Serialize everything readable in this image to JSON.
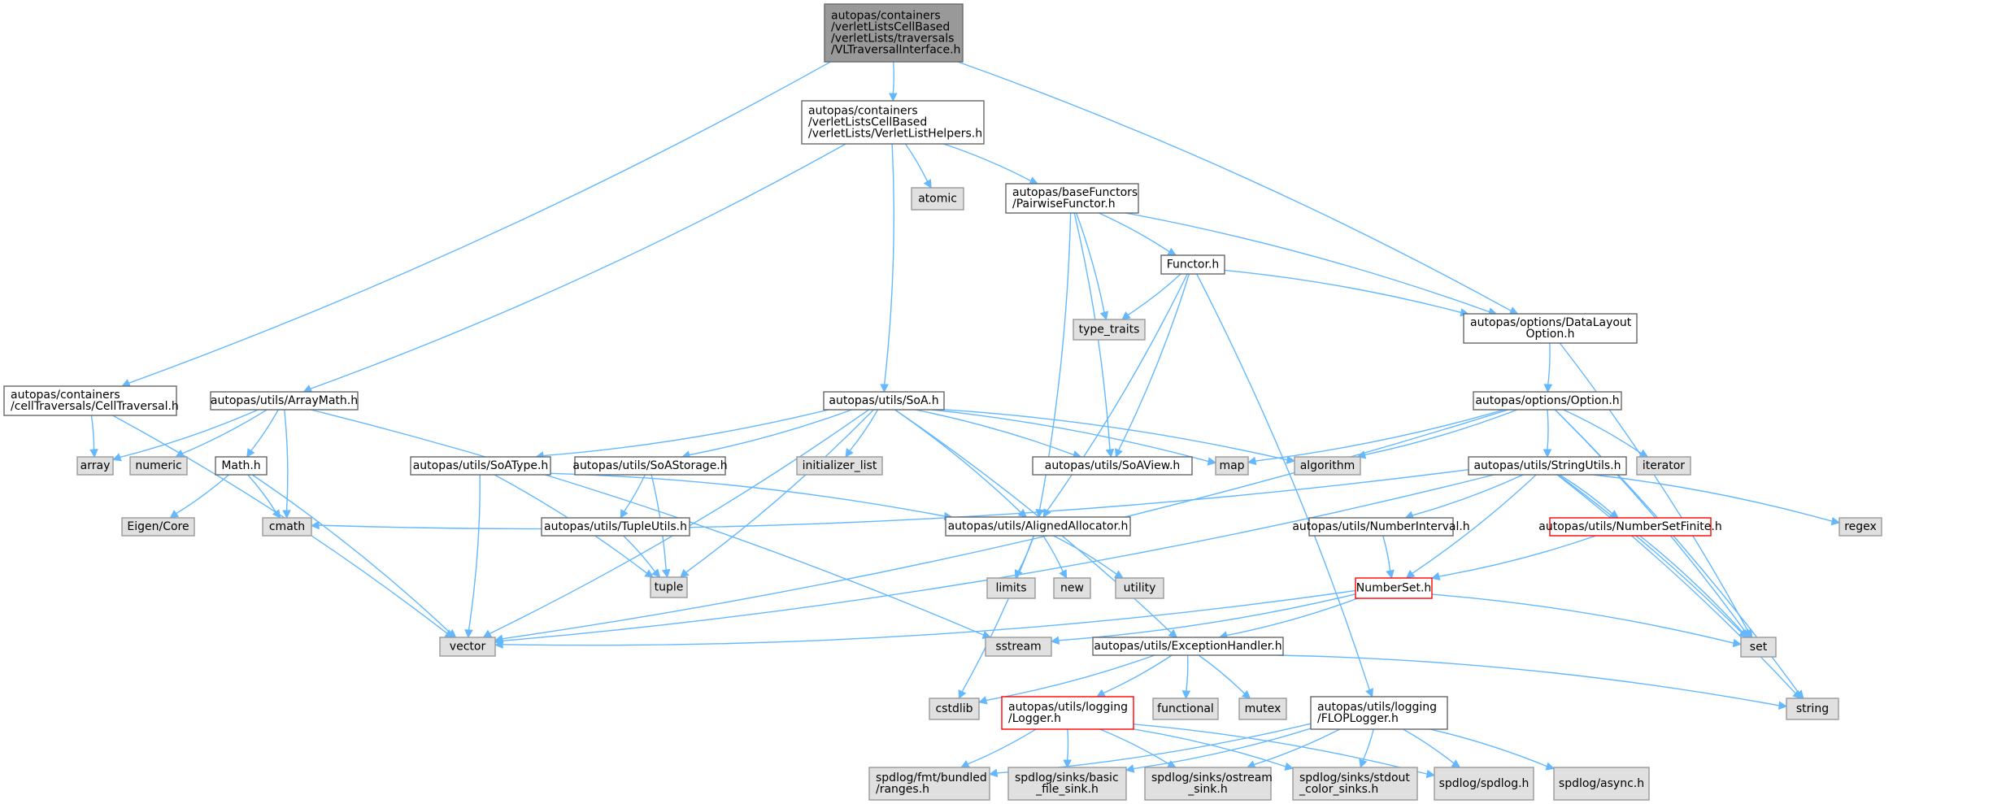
{
  "diagram": {
    "nodes": [
      {
        "id": "vlti",
        "lines": [
          "autopas/containers",
          "/verletListsCellBased",
          "/verletLists/traversals",
          "/VLTraversalInterface.h"
        ],
        "kind": "root"
      },
      {
        "id": "vlh",
        "lines": [
          "autopas/containers",
          "/verletListsCellBased",
          "/verletLists/VerletListHelpers.h"
        ],
        "kind": "white"
      },
      {
        "id": "atomic",
        "lines": [
          "atomic"
        ],
        "kind": "gray"
      },
      {
        "id": "pf",
        "lines": [
          "autopas/baseFunctors",
          "/PairwiseFunctor.h"
        ],
        "kind": "white"
      },
      {
        "id": "functor",
        "lines": [
          "Functor.h"
        ],
        "kind": "white"
      },
      {
        "id": "typetraits",
        "lines": [
          "type_traits"
        ],
        "kind": "gray"
      },
      {
        "id": "dlo",
        "lines": [
          "autopas/options/DataLayout",
          "Option.h"
        ],
        "kind": "white"
      },
      {
        "id": "ct",
        "lines": [
          "autopas/containers",
          "/cellTraversals/CellTraversal.h"
        ],
        "kind": "white"
      },
      {
        "id": "arraymath",
        "lines": [
          "autopas/utils/ArrayMath.h"
        ],
        "kind": "white"
      },
      {
        "id": "soa",
        "lines": [
          "autopas/utils/SoA.h"
        ],
        "kind": "white"
      },
      {
        "id": "option",
        "lines": [
          "autopas/options/Option.h"
        ],
        "kind": "white"
      },
      {
        "id": "array",
        "lines": [
          "array"
        ],
        "kind": "gray"
      },
      {
        "id": "numeric",
        "lines": [
          "numeric"
        ],
        "kind": "gray"
      },
      {
        "id": "math",
        "lines": [
          "Math.h"
        ],
        "kind": "white"
      },
      {
        "id": "soatype",
        "lines": [
          "autopas/utils/SoAType.h"
        ],
        "kind": "white"
      },
      {
        "id": "soastorage",
        "lines": [
          "autopas/utils/SoAStorage.h"
        ],
        "kind": "white"
      },
      {
        "id": "initlist",
        "lines": [
          "initializer_list"
        ],
        "kind": "gray"
      },
      {
        "id": "soaview",
        "lines": [
          "autopas/utils/SoAView.h"
        ],
        "kind": "white"
      },
      {
        "id": "map",
        "lines": [
          "map"
        ],
        "kind": "gray"
      },
      {
        "id": "algorithm",
        "lines": [
          "algorithm"
        ],
        "kind": "gray"
      },
      {
        "id": "iterator",
        "lines": [
          "iterator"
        ],
        "kind": "gray"
      },
      {
        "id": "stringutils",
        "lines": [
          "autopas/utils/StringUtils.h"
        ],
        "kind": "white"
      },
      {
        "id": "eigen",
        "lines": [
          "Eigen/Core"
        ],
        "kind": "gray"
      },
      {
        "id": "cmath",
        "lines": [
          "cmath"
        ],
        "kind": "gray"
      },
      {
        "id": "tupleutils",
        "lines": [
          "autopas/utils/TupleUtils.h"
        ],
        "kind": "white"
      },
      {
        "id": "aligned",
        "lines": [
          "autopas/utils/AlignedAllocator.h"
        ],
        "kind": "white"
      },
      {
        "id": "numinterval",
        "lines": [
          "autopas/utils/NumberInterval.h"
        ],
        "kind": "white"
      },
      {
        "id": "numsetfinite",
        "lines": [
          "autopas/utils/NumberSetFinite.h"
        ],
        "kind": "red"
      },
      {
        "id": "regex",
        "lines": [
          "regex"
        ],
        "kind": "gray"
      },
      {
        "id": "tuple",
        "lines": [
          "tuple"
        ],
        "kind": "gray"
      },
      {
        "id": "limits",
        "lines": [
          "limits"
        ],
        "kind": "gray"
      },
      {
        "id": "new",
        "lines": [
          "new"
        ],
        "kind": "gray"
      },
      {
        "id": "utility",
        "lines": [
          "utility"
        ],
        "kind": "gray"
      },
      {
        "id": "numberset",
        "lines": [
          "NumberSet.h"
        ],
        "kind": "red"
      },
      {
        "id": "vector",
        "lines": [
          "vector"
        ],
        "kind": "gray"
      },
      {
        "id": "sstream",
        "lines": [
          "sstream"
        ],
        "kind": "gray"
      },
      {
        "id": "exhandler",
        "lines": [
          "autopas/utils/ExceptionHandler.h"
        ],
        "kind": "white"
      },
      {
        "id": "set",
        "lines": [
          "set"
        ],
        "kind": "gray"
      },
      {
        "id": "cstdlib",
        "lines": [
          "cstdlib"
        ],
        "kind": "gray"
      },
      {
        "id": "logger",
        "lines": [
          "autopas/utils/logging",
          "/Logger.h"
        ],
        "kind": "red"
      },
      {
        "id": "functional",
        "lines": [
          "functional"
        ],
        "kind": "gray"
      },
      {
        "id": "mutex",
        "lines": [
          "mutex"
        ],
        "kind": "gray"
      },
      {
        "id": "floplogger",
        "lines": [
          "autopas/utils/logging",
          "/FLOPLogger.h"
        ],
        "kind": "white"
      },
      {
        "id": "string",
        "lines": [
          "string"
        ],
        "kind": "gray"
      },
      {
        "id": "fmtranges",
        "lines": [
          "spdlog/fmt/bundled",
          "/ranges.h"
        ],
        "kind": "gray"
      },
      {
        "id": "basicfile",
        "lines": [
          "spdlog/sinks/basic",
          "_file_sink.h"
        ],
        "kind": "gray"
      },
      {
        "id": "ostream",
        "lines": [
          "spdlog/sinks/ostream",
          "_sink.h"
        ],
        "kind": "gray"
      },
      {
        "id": "stdout",
        "lines": [
          "spdlog/sinks/stdout",
          "_color_sinks.h"
        ],
        "kind": "gray"
      },
      {
        "id": "spdlog",
        "lines": [
          "spdlog/spdlog.h"
        ],
        "kind": "gray"
      },
      {
        "id": "async",
        "lines": [
          "spdlog/async.h"
        ],
        "kind": "gray"
      }
    ],
    "edges": [
      [
        "vlti",
        "vlh"
      ],
      [
        "vlti",
        "ct"
      ],
      [
        "vlti",
        "dlo"
      ],
      [
        "vlh",
        "atomic"
      ],
      [
        "vlh",
        "pf"
      ],
      [
        "vlh",
        "arraymath"
      ],
      [
        "vlh",
        "soa"
      ],
      [
        "pf",
        "functor"
      ],
      [
        "pf",
        "typetraits"
      ],
      [
        "pf",
        "dlo"
      ],
      [
        "pf",
        "soaview"
      ],
      [
        "pf",
        "aligned"
      ],
      [
        "functor",
        "typetraits"
      ],
      [
        "functor",
        "dlo"
      ],
      [
        "functor",
        "soaview"
      ],
      [
        "functor",
        "aligned"
      ],
      [
        "functor",
        "floplogger"
      ],
      [
        "dlo",
        "option"
      ],
      [
        "dlo",
        "set"
      ],
      [
        "ct",
        "array"
      ],
      [
        "ct",
        "vector"
      ],
      [
        "arraymath",
        "array"
      ],
      [
        "arraymath",
        "numeric"
      ],
      [
        "arraymath",
        "math"
      ],
      [
        "arraymath",
        "cmath"
      ],
      [
        "arraymath",
        "sstream"
      ],
      [
        "math",
        "eigen"
      ],
      [
        "math",
        "cmath"
      ],
      [
        "math",
        "vector"
      ],
      [
        "soa",
        "soatype"
      ],
      [
        "soa",
        "soastorage"
      ],
      [
        "soa",
        "initlist"
      ],
      [
        "soa",
        "soaview"
      ],
      [
        "soa",
        "map"
      ],
      [
        "soa",
        "algorithm"
      ],
      [
        "soa",
        "aligned"
      ],
      [
        "soa",
        "tuple"
      ],
      [
        "soa",
        "vector"
      ],
      [
        "soa",
        "exhandler"
      ],
      [
        "soatype",
        "tuple"
      ],
      [
        "soatype",
        "vector"
      ],
      [
        "soatype",
        "aligned"
      ],
      [
        "soastorage",
        "tupleutils"
      ],
      [
        "soastorage",
        "tuple"
      ],
      [
        "tupleutils",
        "tuple"
      ],
      [
        "option",
        "map"
      ],
      [
        "option",
        "algorithm"
      ],
      [
        "option",
        "iterator"
      ],
      [
        "option",
        "stringutils"
      ],
      [
        "option",
        "set"
      ],
      [
        "option",
        "string"
      ],
      [
        "option",
        "vector"
      ],
      [
        "stringutils",
        "cmath"
      ],
      [
        "stringutils",
        "numinterval"
      ],
      [
        "stringutils",
        "numsetfinite"
      ],
      [
        "stringutils",
        "numberset"
      ],
      [
        "stringutils",
        "regex"
      ],
      [
        "stringutils",
        "set"
      ],
      [
        "stringutils",
        "string"
      ],
      [
        "stringutils",
        "vector"
      ],
      [
        "numinterval",
        "numberset"
      ],
      [
        "numsetfinite",
        "numberset"
      ],
      [
        "numsetfinite",
        "set"
      ],
      [
        "aligned",
        "limits"
      ],
      [
        "aligned",
        "new"
      ],
      [
        "aligned",
        "utility"
      ],
      [
        "aligned",
        "cstdlib"
      ],
      [
        "numberset",
        "vector"
      ],
      [
        "numberset",
        "sstream"
      ],
      [
        "numberset",
        "exhandler"
      ],
      [
        "numberset",
        "set"
      ],
      [
        "exhandler",
        "cstdlib"
      ],
      [
        "exhandler",
        "logger"
      ],
      [
        "exhandler",
        "functional"
      ],
      [
        "exhandler",
        "mutex"
      ],
      [
        "exhandler",
        "string"
      ],
      [
        "logger",
        "fmtranges"
      ],
      [
        "logger",
        "basicfile"
      ],
      [
        "logger",
        "ostream"
      ],
      [
        "logger",
        "stdout"
      ],
      [
        "logger",
        "spdlog"
      ],
      [
        "floplogger",
        "fmtranges"
      ],
      [
        "floplogger",
        "basicfile"
      ],
      [
        "floplogger",
        "ostream"
      ],
      [
        "floplogger",
        "stdout"
      ],
      [
        "floplogger",
        "spdlog"
      ],
      [
        "floplogger",
        "async"
      ]
    ]
  },
  "colors": {
    "edge": "#63b8ff",
    "root_fill": "#999999",
    "root_stroke": "#666666",
    "white_fill": "#ffffff",
    "white_stroke": "#666666",
    "gray_fill": "#e0e0e0",
    "gray_stroke": "#999999",
    "red_fill": "#ffffff",
    "red_stroke": "#ff0000",
    "text": "#000000"
  }
}
